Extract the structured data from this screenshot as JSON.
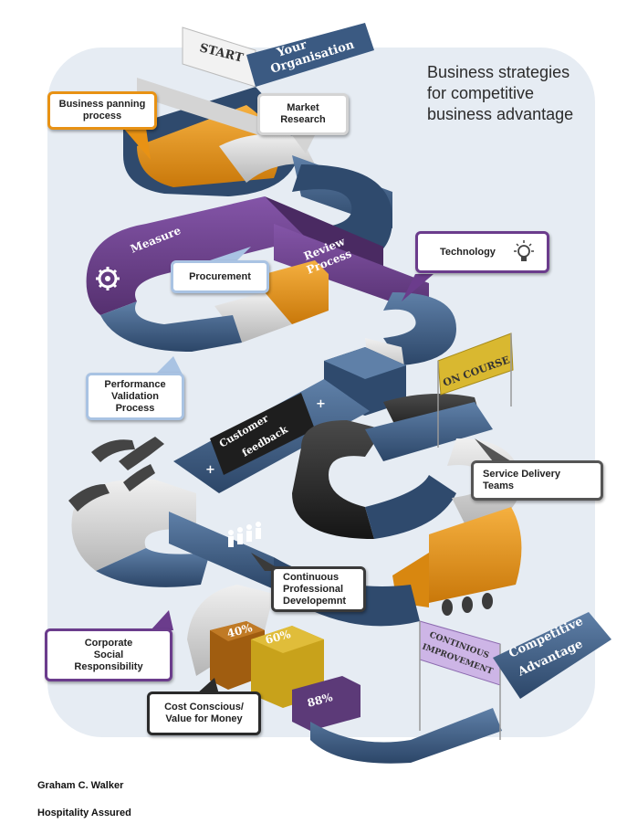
{
  "title": "Business strategies\nfor competitive\nbusiness advantage",
  "author": {
    "name": "Graham C. Walker",
    "company": "Hospitality Assured"
  },
  "track_labels": {
    "start": "START",
    "your_org_line1": "Your",
    "your_org_line2": "Organisation",
    "measure": "Measure",
    "review_line1": "Review",
    "review_line2": "Process",
    "customer_line1": "Customer",
    "customer_line2": "feedback",
    "on_course": "ON COURSE",
    "continuous_line1": "CONTINIOUS",
    "continuous_line2": "IMPROVEMENT",
    "competitive_line1": "Competitive",
    "competitive_line2": "Advantage",
    "plus": "+"
  },
  "callouts": {
    "business_planning": "Business panning\nprocess",
    "market_research": "Market\nResearch",
    "technology": "Technology",
    "procurement": "Procurement",
    "performance": "Performance\nValidation\nProcess",
    "service_delivery": "Service Delivery\nTeams",
    "cpd": "Continuous\nProfessional\nDevelopemnt",
    "csr": "Corporate\nSocial\nResponsibility",
    "cost": "Cost Conscious/\nValue for Money"
  },
  "blocks": [
    {
      "label": "40%",
      "value": 40,
      "color": "#a05d10"
    },
    {
      "label": "60%",
      "value": 60,
      "color": "#c8a21b"
    },
    {
      "label": "88%",
      "value": 88,
      "color": "#5c3a78"
    }
  ],
  "colors": {
    "navy": "#3b5a82",
    "orange": "#e89214",
    "purple": "#6b3c8c",
    "grey": "#d4d4d4",
    "black": "#262626",
    "background_panel": "#e6ecf3"
  },
  "icons": [
    "gear-icon",
    "lightbulb-icon",
    "people-icon",
    "handshake-icon"
  ]
}
